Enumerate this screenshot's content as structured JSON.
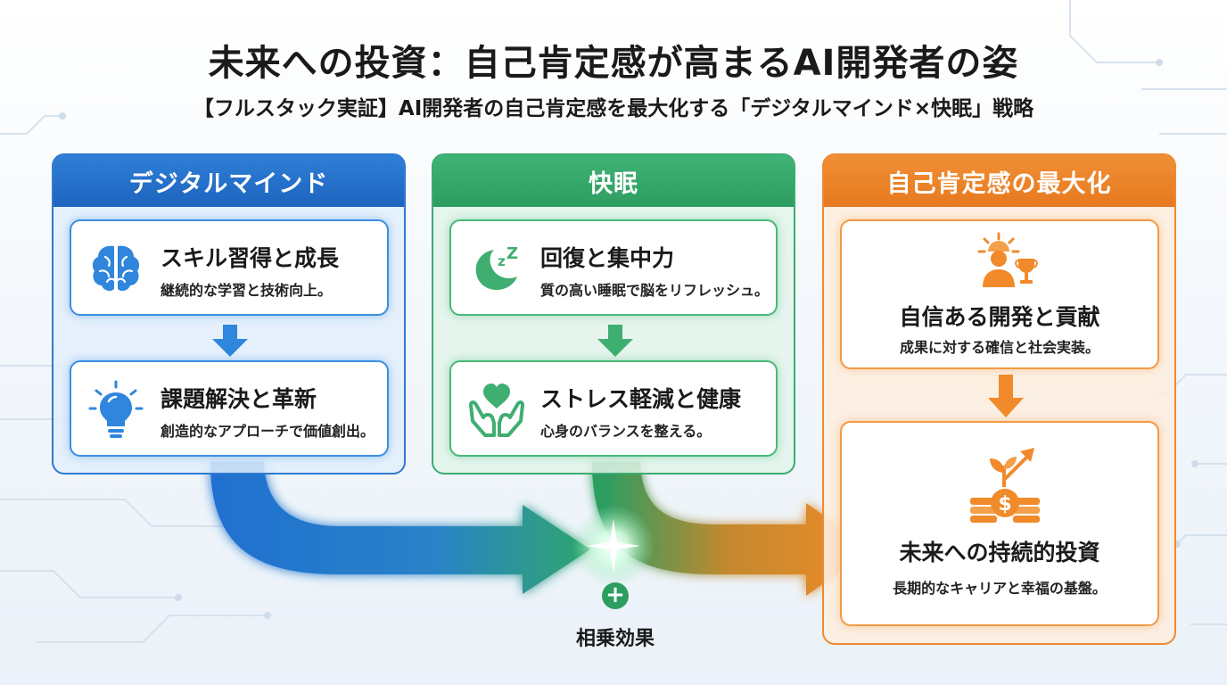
{
  "title": "未来への投資：自己肯定感が高まるAI開発者の姿",
  "subtitle": "【フルスタック実証】AI開発者の自己肯定感を最大化する「デジタルマインド×快眠」戦略",
  "colors": {
    "blue": "#2f7ad0",
    "green": "#3dab72",
    "orange": "#ee8a33"
  },
  "columns": {
    "digital": {
      "header": "デジタルマインド",
      "cards": [
        {
          "icon": "brain-icon",
          "title": "スキル習得と成長",
          "desc": "継続的な学習と技術向上。"
        },
        {
          "icon": "lightbulb-icon",
          "title": "課題解決と革新",
          "desc": "創造的なアプローチで価値創出。"
        }
      ]
    },
    "sleep": {
      "header": "快眠",
      "cards": [
        {
          "icon": "moon-sleep-icon",
          "title": "回復と集中力",
          "desc": "質の高い睡眠で脳をリフレッシュ。"
        },
        {
          "icon": "heart-hands-icon",
          "title": "ストレス軽減と健康",
          "desc": "心身のバランスを整える。"
        }
      ]
    },
    "esteem": {
      "header": "自己肯定感の最大化",
      "cards": [
        {
          "icon": "person-trophy-icon",
          "title": "自信ある開発と貢献",
          "desc": "成果に対する確信と社会実装。"
        },
        {
          "icon": "growth-coins-icon",
          "title": "未来への持続的投資",
          "desc": "長期的なキャリアと幸福の基盤。"
        }
      ]
    }
  },
  "synergy": {
    "icon": "plus-icon",
    "symbol": "+",
    "label": "相乗効果"
  }
}
